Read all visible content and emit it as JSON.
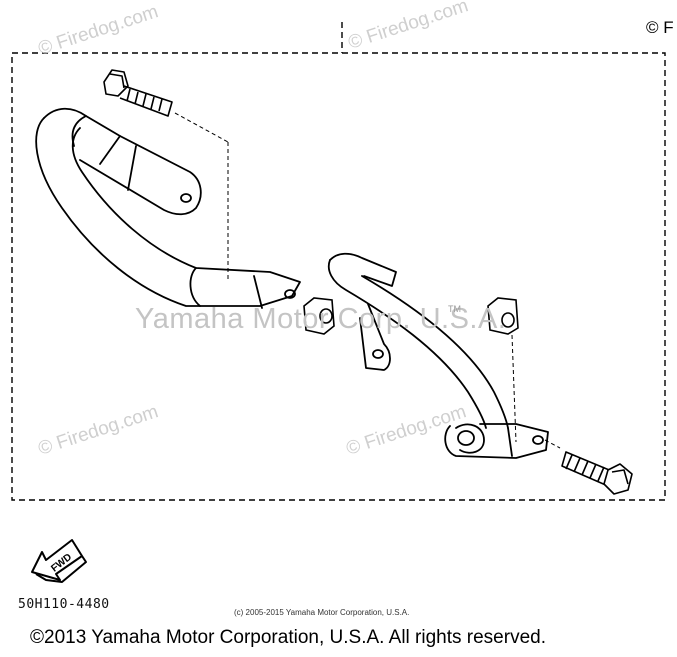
{
  "watermarks": {
    "firedog": "© Firedog.com",
    "center": "Yamaha Motor Corp. U.S.A.",
    "trademark": "TM",
    "corner": "© F"
  },
  "diagram": {
    "fwd_label": "FWD",
    "part_number": "50H110-4480"
  },
  "footer": {
    "small_copyright": "(c) 2005-2015 Yamaha Motor Corporation, U.S.A.",
    "copyright": "©2013 Yamaha Motor Corporation, U.S.A. All rights reserved."
  }
}
